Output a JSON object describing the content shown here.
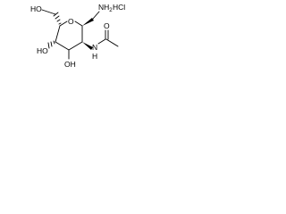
{
  "molecule": {
    "salt_label": "HCl",
    "ring_oxygen": "O",
    "amine_group": "NH",
    "amine_subscript": "2",
    "hydroxyl_top_left": "HO",
    "hydroxyl_c4": "HO",
    "hydroxyl_c3": "OH",
    "amide_nitrogen": "N",
    "amide_hydrogen": "H",
    "carbonyl_oxygen": "O"
  },
  "colors": {
    "ink": "#000000",
    "background": "#ffffff"
  }
}
